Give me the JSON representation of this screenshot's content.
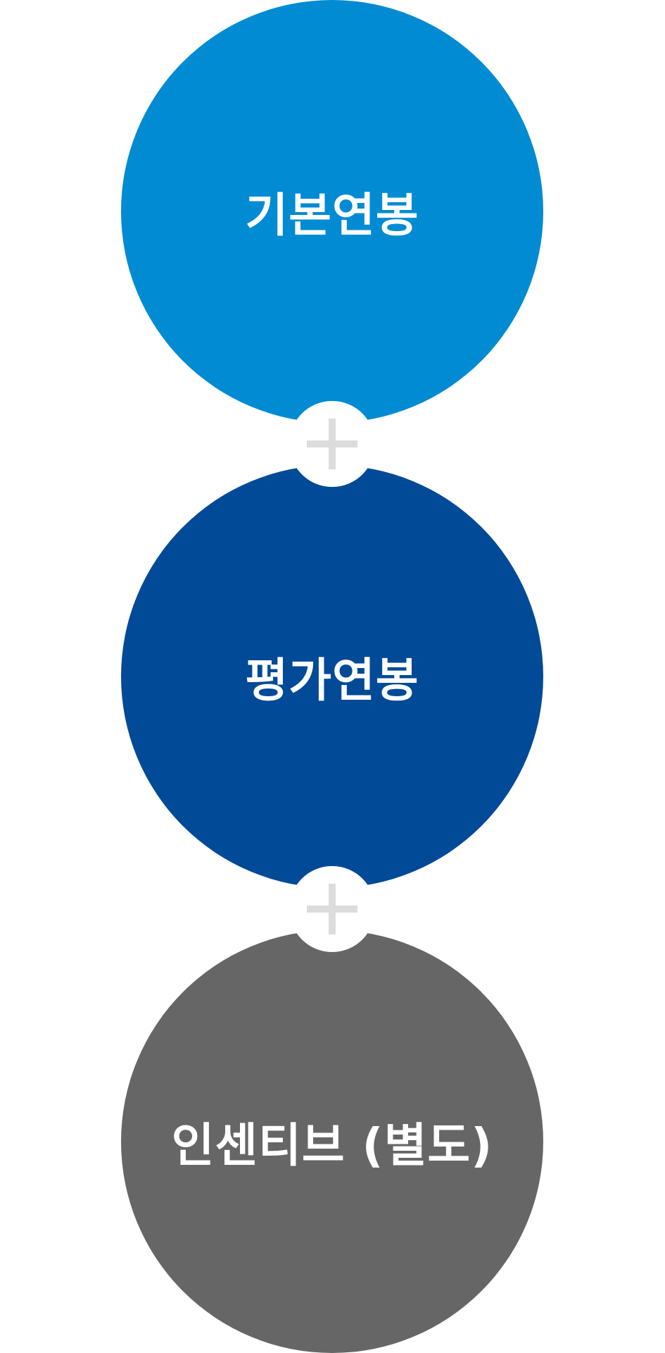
{
  "circles": [
    {
      "label": "기본연봉",
      "color": "#008bd3"
    },
    {
      "label": "평가연봉",
      "color": "#014a97"
    },
    {
      "label": "인센티브 (별도)",
      "color": "#666666"
    }
  ],
  "connector_icon": "plus-icon",
  "connector_color": "#dcdcdc"
}
